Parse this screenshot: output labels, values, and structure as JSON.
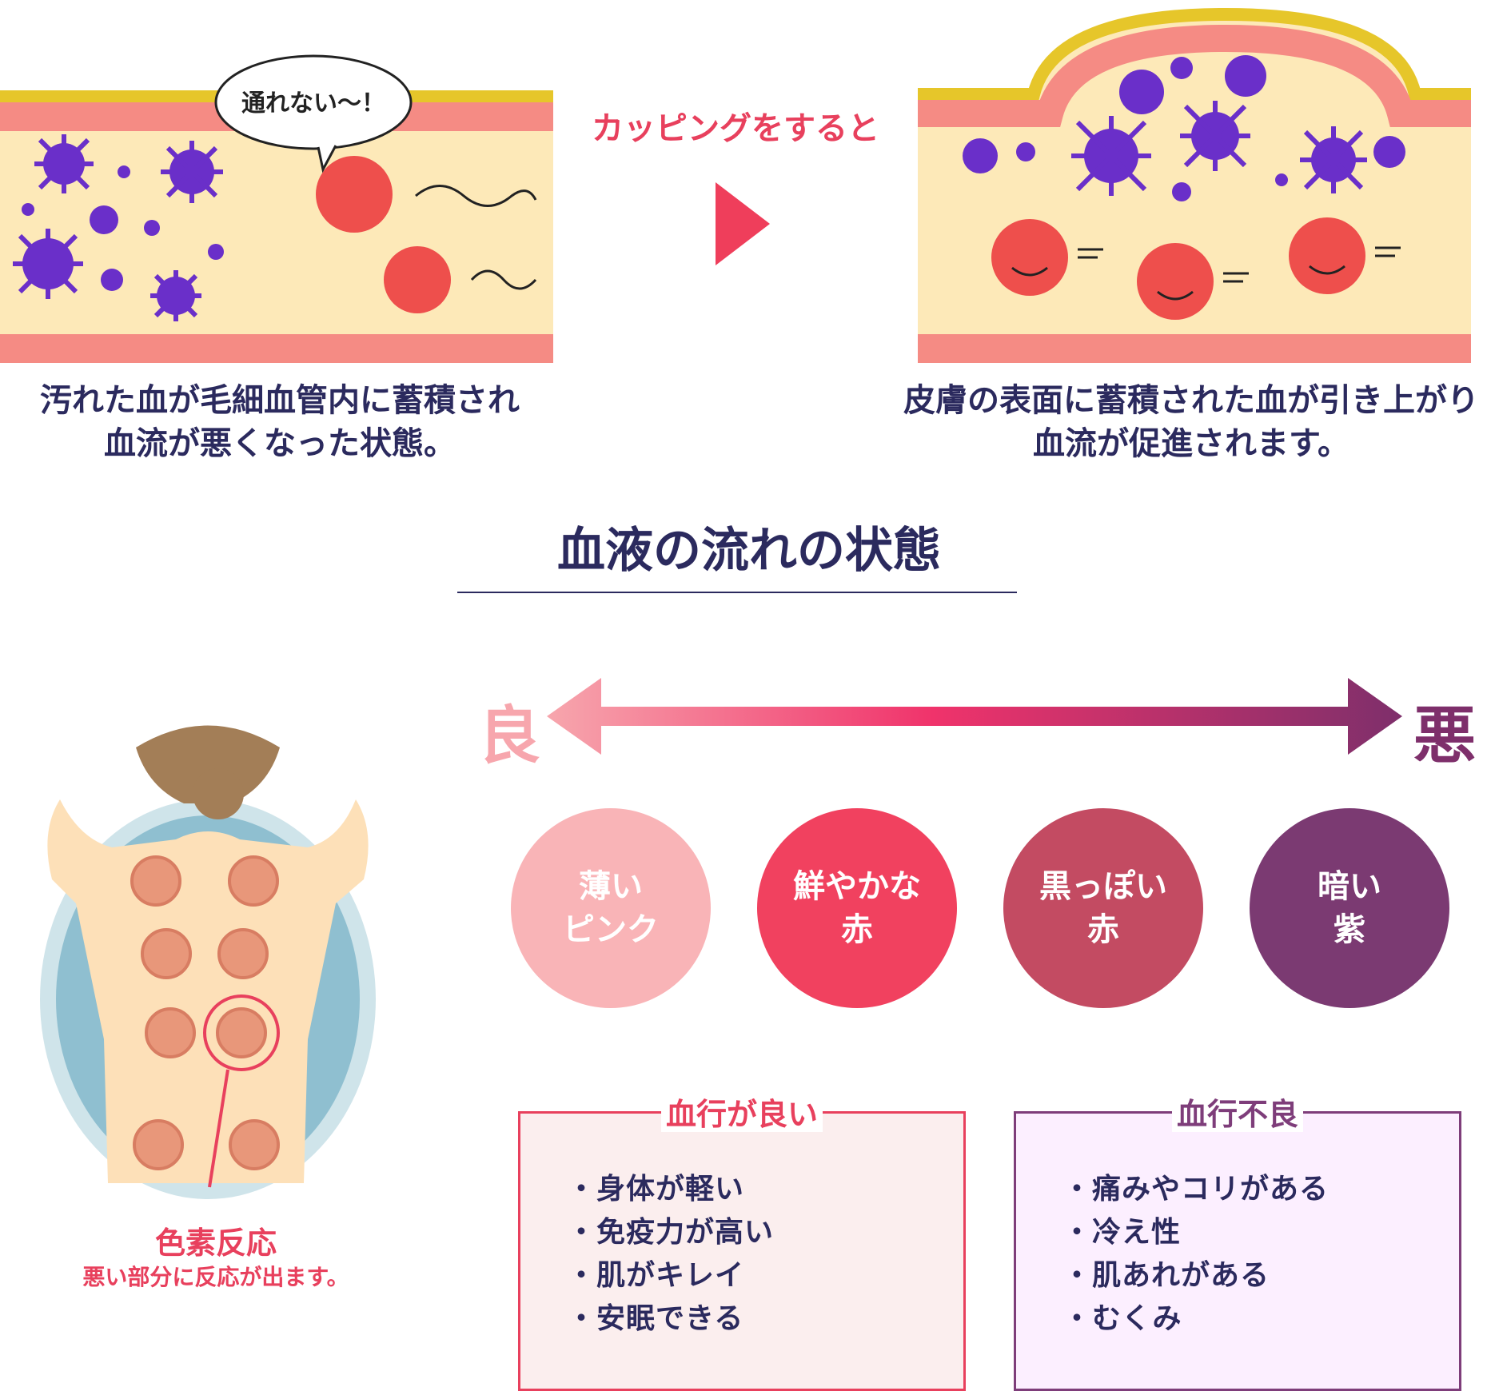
{
  "top": {
    "before": {
      "speech": "通れない〜！",
      "caption_line1": "汚れた血が毛細血管内に蓄積され",
      "caption_line2": "血流が悪くなった状態。"
    },
    "transition_label": "カッピングをすると",
    "after": {
      "caption_line1": "皮膚の表面に蓄積された血が引き上がり",
      "caption_line2": "血流が促進されます。"
    }
  },
  "section_title": "血液の流れの状態",
  "scale": {
    "good_label": "良",
    "bad_label": "悪",
    "good_color": "#f7a6ad",
    "mid_color": "#f0336b",
    "bad_color": "#7e2f6b"
  },
  "colors": [
    {
      "line1": "薄い",
      "line2": "ピンク",
      "color": "#f9b4b7"
    },
    {
      "line1": "鮮やかな",
      "line2": "赤",
      "color": "#f1415f"
    },
    {
      "line1": "黒っぽい",
      "line2": "赤",
      "color": "#c34b62"
    },
    {
      "line1": "暗い",
      "line2": "紫",
      "color": "#7b3a72"
    }
  ],
  "body": {
    "label_title": "色素反応",
    "label_sub": "悪い部分に反応が出ます。"
  },
  "good_box": {
    "title": "血行が良い",
    "items": [
      "身体が軽い",
      "免疫力が高い",
      "肌がキレイ",
      "安眠できる"
    ],
    "border_color": "#e8405d",
    "bg_color": "#fbeeee"
  },
  "bad_box": {
    "title": "血行不良",
    "items": [
      "痛みやコリがある",
      "冷え性",
      "肌あれがある",
      "むくみ"
    ],
    "border_color": "#7e3d7a",
    "bg_color": "#fcefff"
  }
}
